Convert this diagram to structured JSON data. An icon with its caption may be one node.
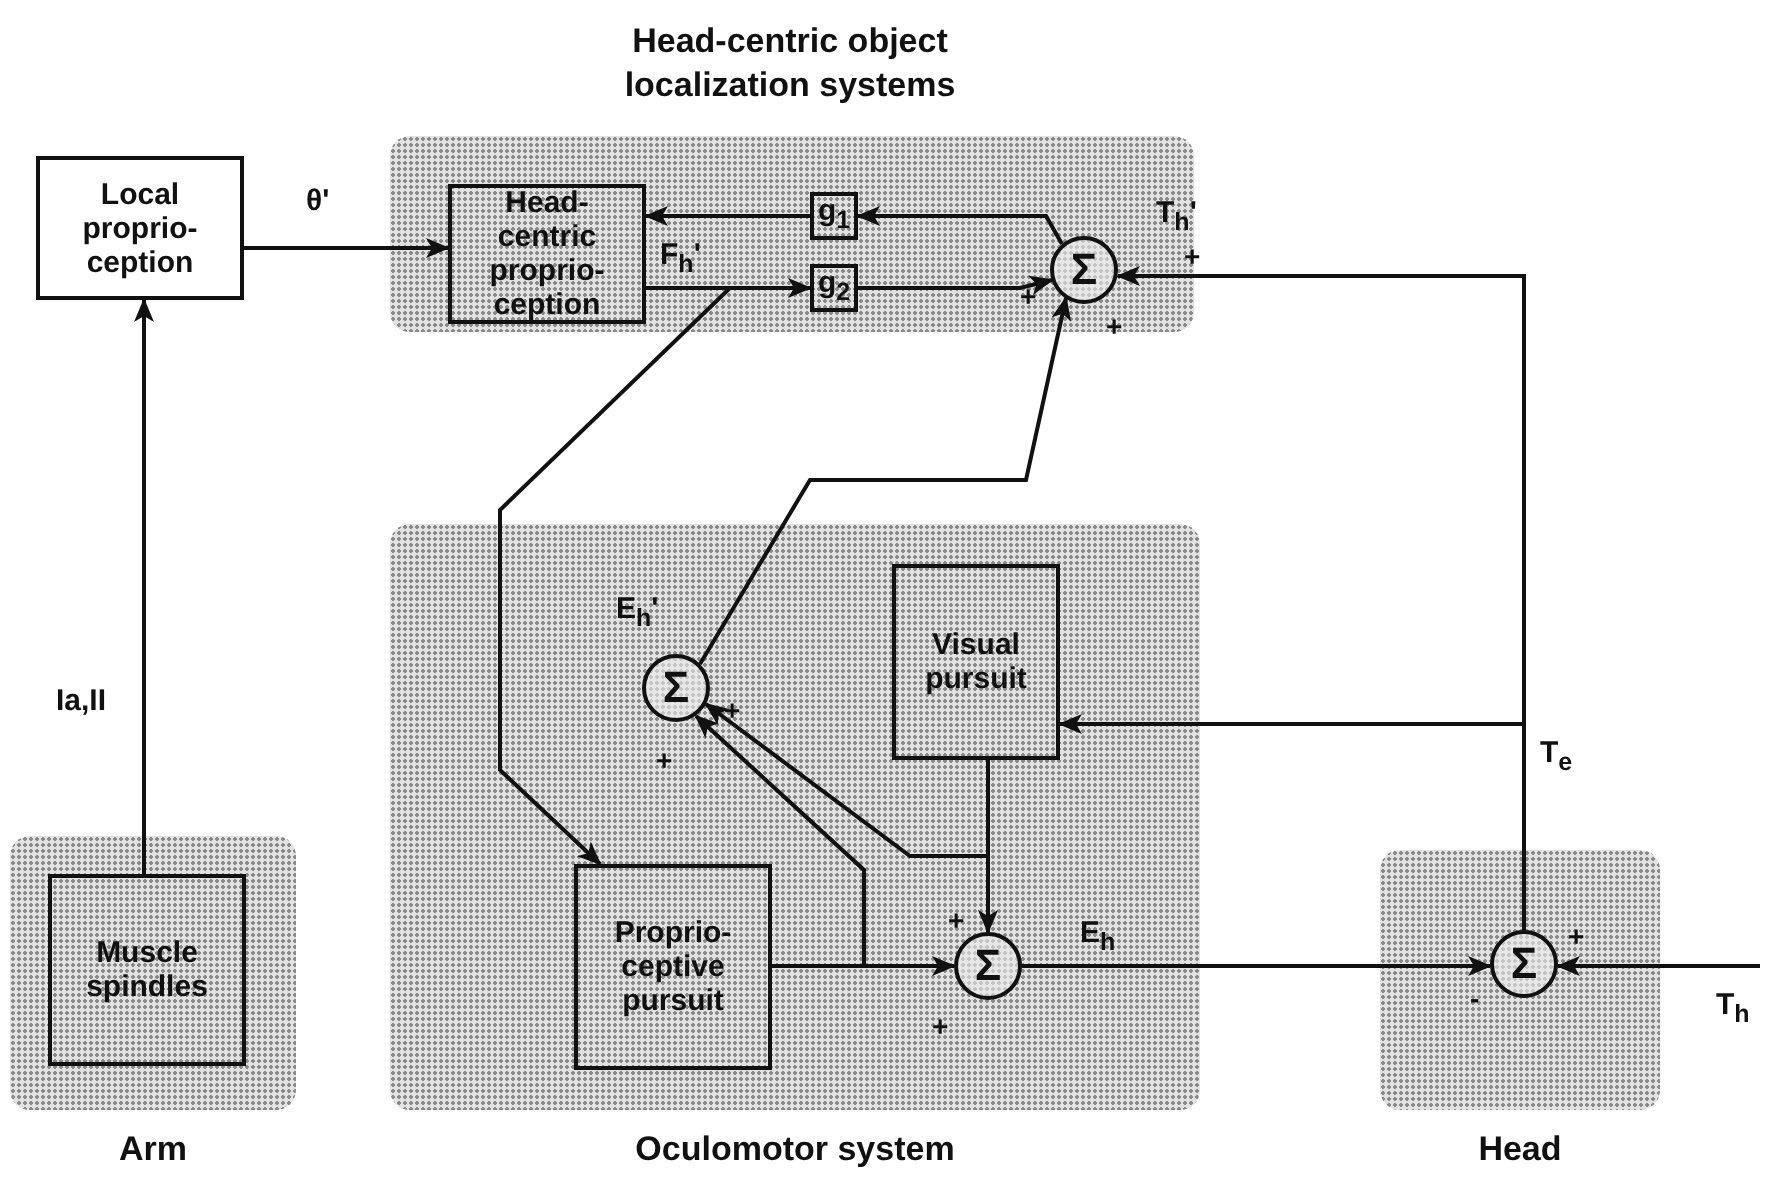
{
  "diagram": {
    "nodes": [
      {
        "text": [
          "Head-centric object localization systems"
        ]
      },
      {
        "text": [
          "Head- centric proprio- ception"
        ],
        "in": 0
      },
      {
        "text": [
          "g$_{1}$"
        ],
        "in": 0
      },
      {
        "text": [
          "g$_{2}$"
        ],
        "in": 0
      },
      {
        "text": [
          "Σ"
        ],
        "in": 0
      },
      {
        "text": [
          "Local proprio- ception"
        ]
      },
      {
        "text": [
          "Arm"
        ]
      },
      {
        "text": [
          "Muscle spindles"
        ],
        "in": 6
      },
      {
        "text": [
          "Oculomotor system"
        ]
      },
      {
        "text": [
          "Σ"
        ],
        "in": 8
      },
      {
        "text": [
          "Visual pursuit"
        ],
        "in": 8
      },
      {
        "text": [
          "Proprio- ceptive pursuit"
        ],
        "in": 8
      },
      {
        "text": [
          "Σ"
        ],
        "in": 8
      },
      {
        "text": [
          "Head"
        ]
      },
      {
        "text": [
          "Σ"
        ],
        "in": 13
      }
    ],
    "edges": [
      {
        "from": 7,
        "to": 5,
        "arrow": "to",
        "label": "Ia,II"
      },
      {
        "from": 5,
        "to": 1,
        "arrow": "to",
        "label": "θ'"
      },
      {
        "from": 4,
        "to": 2,
        "arrow": "to",
        "label": "T$_{h}$'"
      },
      {
        "from": 2,
        "to": 1,
        "arrow": "to"
      },
      {
        "from": 1,
        "to": 3,
        "arrow": "to",
        "label": "F$_{h}$'"
      },
      {
        "from": 3,
        "to": 4,
        "arrow": "to"
      },
      {
        "from": 1,
        "to": 11,
        "arrow": "to"
      },
      {
        "from": 9,
        "to": 4,
        "arrow": "to",
        "label": "E$_{h}$'"
      },
      {
        "from": 10,
        "to": 12,
        "arrow": "to"
      },
      {
        "from": 11,
        "to": 12,
        "arrow": "to"
      },
      {
        "from": 11,
        "to": 9,
        "arrow": "to"
      },
      {
        "from": 10,
        "to": 9,
        "arrow": "to"
      },
      {
        "from": 12,
        "to": 14,
        "arrow": "to",
        "label": "E$_{h}$"
      },
      {
        "from": null,
        "to": 14,
        "arrow": "to",
        "label": "T$_{h}$"
      },
      {
        "from": 14,
        "to": 10,
        "arrow": "to",
        "label": "T$_{e}$"
      },
      {
        "from": 14,
        "to": 4,
        "arrow": "to"
      }
    ],
    "labels": [
      "+",
      "+",
      "+",
      "+",
      "+",
      "+",
      "+",
      "+",
      "-"
    ]
  }
}
